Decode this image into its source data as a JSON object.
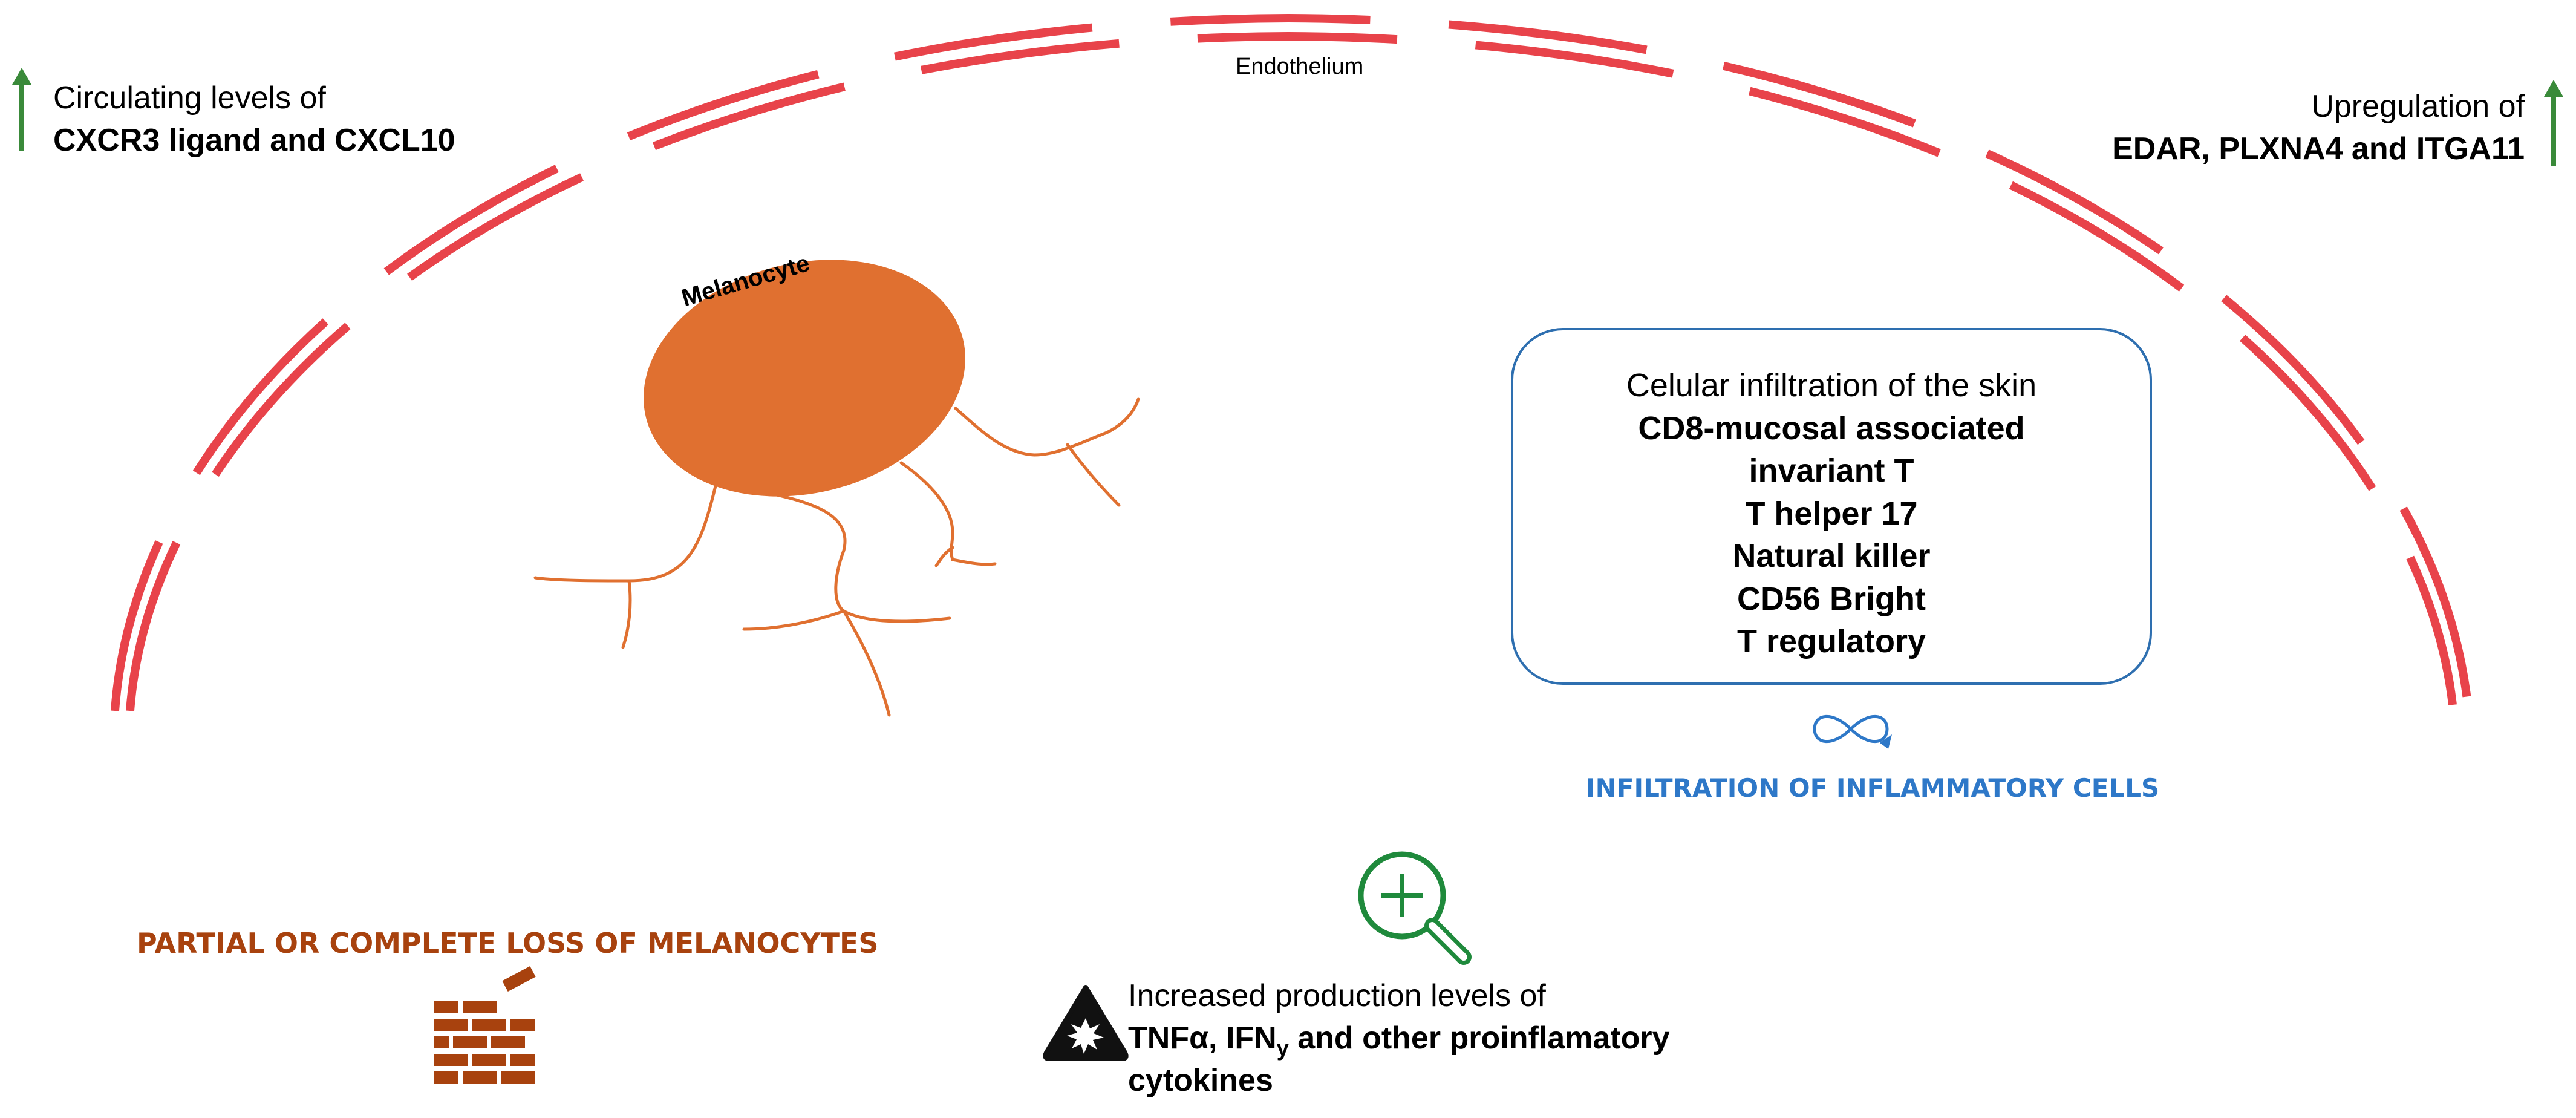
{
  "endothelium_label": "Endothelium",
  "melanocyte_label": "Melanocyte",
  "top_left": {
    "line1": "Circulating levels of",
    "line2": "CXCR3 ligand and CXCL10"
  },
  "top_right": {
    "line1": "Upregulation of",
    "line2": "EDAR, PLXNA4 and ITGA11"
  },
  "infiltration_box": {
    "title": "Celular infiltration of the skin",
    "items": [
      "CD8-mucosal associated",
      "invariant T",
      "T helper 17",
      "Natural killer",
      "CD56 Bright",
      "T regulatory"
    ]
  },
  "infiltration_caption": "INFILTRATION OF INFLAMMATORY CELLS",
  "loss_caption": "PARTIAL OR COMPLETE LOSS OF MELANOCYTES",
  "cytokines": {
    "line1": "Increased production levels of",
    "line2_a": "TNFα, IFN",
    "line2_sub": "y",
    "line2_b": " and other proinflamatory",
    "line3": "cytokines"
  },
  "colors": {
    "endothelium": "#e8434a",
    "melanocyte": "#e07030",
    "arrow_up": "#3a8a3a",
    "infiltration_accent": "#2e78c8",
    "loss_accent": "#a8420e",
    "magnifier": "#1f8a3c",
    "box_border": "#2e6fb0"
  },
  "icons": {
    "arrow_left": "up-arrow-icon",
    "arrow_right": "up-arrow-icon",
    "infinity": "infinity-loop-icon",
    "magnifier": "magnifier-plus-icon",
    "bricks": "crumbling-bricks-icon",
    "warning": "explosion-warning-icon"
  }
}
